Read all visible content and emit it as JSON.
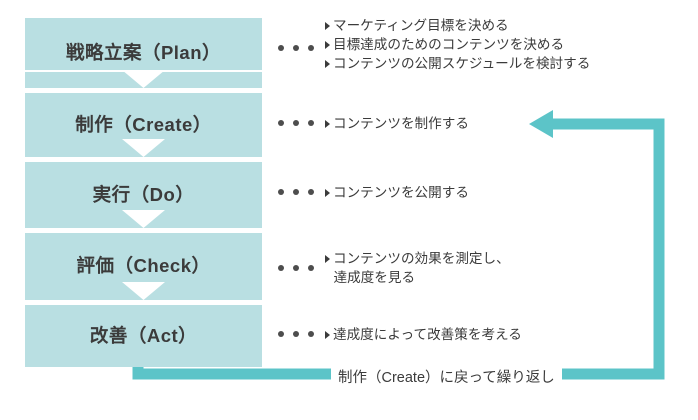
{
  "diagram": {
    "title_glyph": "pdca-cycle-flow",
    "colors": {
      "box_fill": "#b9dfe2",
      "arrow": "#5cc4c8",
      "text": "#3b3b3b",
      "background": "#ffffff"
    },
    "stages": [
      {
        "label": "戦略立案（Plan）",
        "dots": "• • •",
        "descriptions": [
          "マーケティング目標を決める",
          "目標達成のためのコンテンツを決める",
          "コンテンツの公開スケジュールを検討する"
        ]
      },
      {
        "label": "制作（Create）",
        "dots": "• • •",
        "descriptions": [
          "コンテンツを制作する"
        ]
      },
      {
        "label": "実行（Do）",
        "dots": "• • •",
        "descriptions": [
          "コンテンツを公開する"
        ]
      },
      {
        "label": "評価（Check）",
        "dots": "• • •",
        "descriptions": [
          "コンテンツの効果を測定し、",
          "達成度を見る"
        ],
        "continuation_from_first": true
      },
      {
        "label": "改善（Act）",
        "dots": "• • •",
        "descriptions": [
          "達成度によって改善策を考える"
        ]
      }
    ],
    "loop": {
      "label": "制作（Create）に戻って繰り返し",
      "target_stage": "制作（Create）"
    }
  }
}
